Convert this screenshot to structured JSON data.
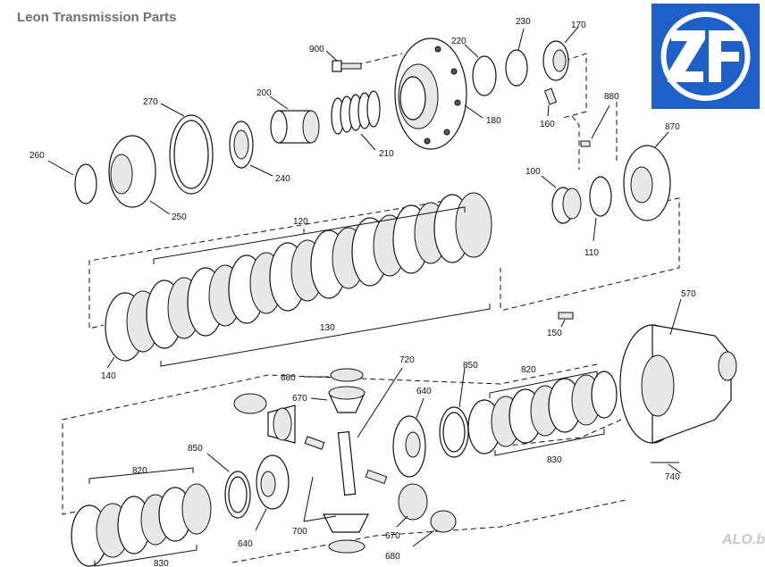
{
  "header": {
    "title": "Leon Transmission Parts"
  },
  "brand": {
    "logo_text": "ZF",
    "logo_color": "#1e5fc8"
  },
  "watermark": {
    "text": "ALO.bg"
  },
  "callouts": {
    "c900": "900",
    "c220": "220",
    "c230": "230",
    "c170": "170",
    "c200": "200",
    "c270": "270",
    "c180": "180",
    "c160": "160",
    "c880": "880",
    "c870": "870",
    "c260": "260",
    "c210": "210",
    "c240": "240",
    "c250": "250",
    "c100": "100",
    "c110": "110",
    "c120": "120",
    "c130": "130",
    "c140": "140",
    "c570": "570",
    "c150": "150",
    "c720": "720",
    "c680a": "680",
    "c670a": "670",
    "c640a": "640",
    "c850a": "850",
    "c820a": "820",
    "c830a": "830",
    "c740": "740",
    "c850b": "850",
    "c820b": "820",
    "c640b": "640",
    "c700": "700",
    "c670b": "670",
    "c680b": "680",
    "c830b": "830"
  }
}
